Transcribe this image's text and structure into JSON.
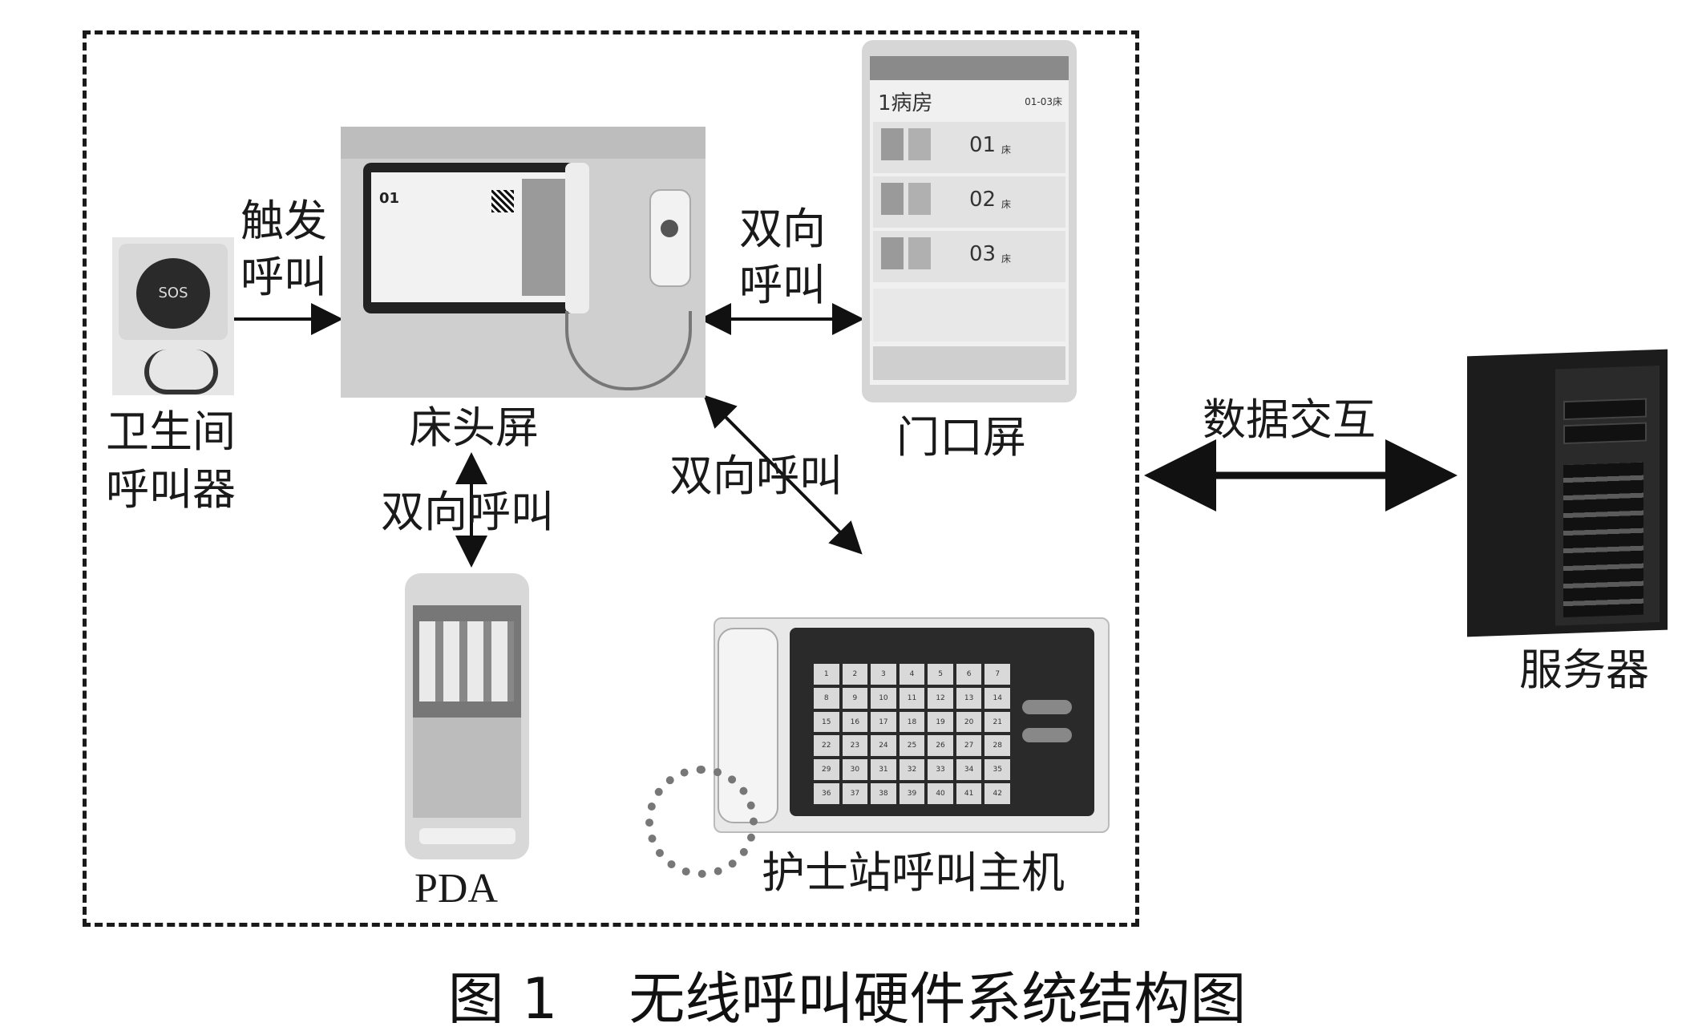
{
  "devices": {
    "toilet_caller": {
      "label_line1": "卫生间",
      "label_line2": "呼叫器",
      "button_text": "SOS"
    },
    "bedside": {
      "label": "床头屏",
      "room_no": "01"
    },
    "door": {
      "label": "门口屏",
      "room": "1病房",
      "range": "01-03床",
      "beds": [
        "01",
        "02",
        "03"
      ],
      "bed_suffix": "床"
    },
    "pda": {
      "label": "PDA"
    },
    "nurse_station": {
      "label": "护士站呼叫主机",
      "keypad": [
        "1",
        "2",
        "3",
        "4",
        "5",
        "6",
        "7",
        "8",
        "9",
        "10",
        "11",
        "12",
        "13",
        "14",
        "15",
        "16",
        "17",
        "18",
        "19",
        "20",
        "21",
        "22",
        "23",
        "24",
        "25",
        "26",
        "27",
        "28",
        "29",
        "30",
        "31",
        "32",
        "33",
        "34",
        "35",
        "36",
        "37",
        "38",
        "39",
        "40",
        "41",
        "42"
      ]
    },
    "server": {
      "label": "服务器"
    }
  },
  "links": {
    "trigger_line1": "触发",
    "trigger_line2": "呼叫",
    "bed_door_line1": "双向",
    "bed_door_line2": "呼叫",
    "bed_pda": "双向呼叫",
    "bed_nurse": "双向呼叫",
    "data_exchange": "数据交互"
  },
  "caption": {
    "number": "图 1",
    "title": "无线呼叫硬件系统结构图"
  }
}
